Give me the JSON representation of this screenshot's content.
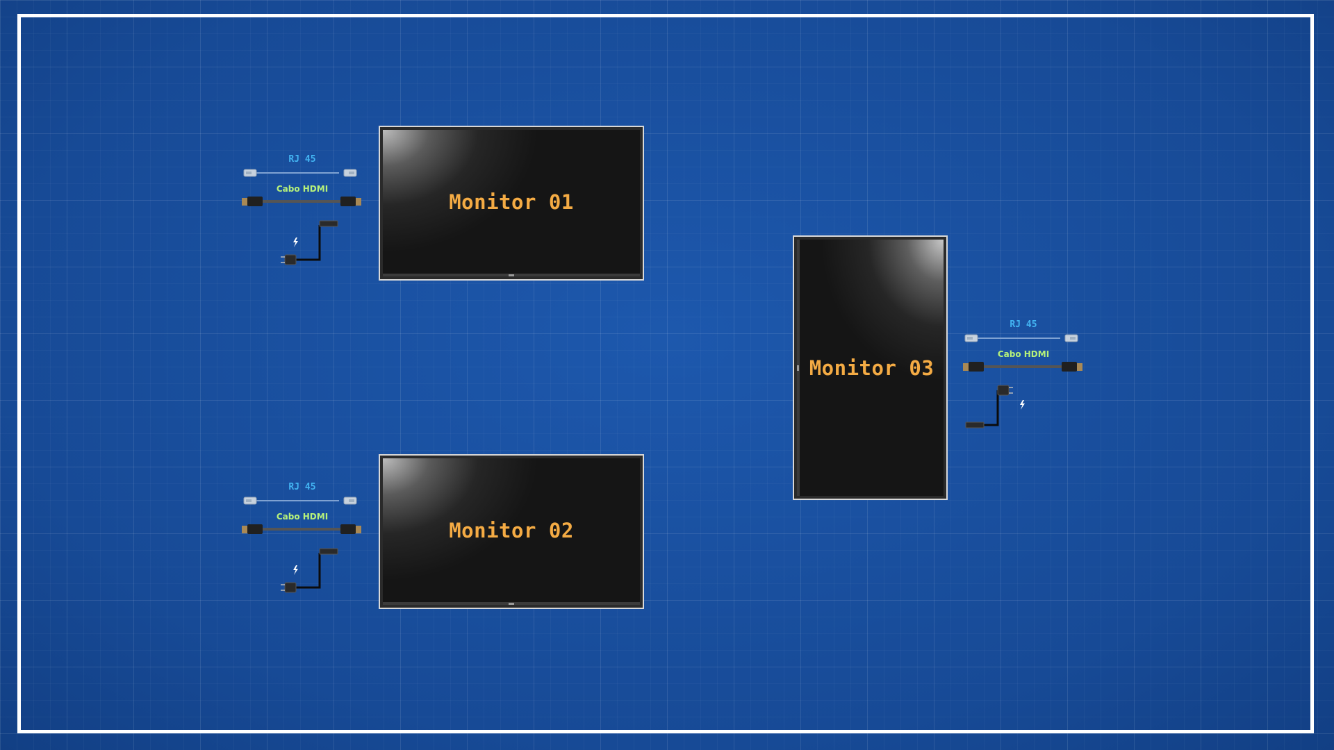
{
  "monitors": [
    {
      "id": "monitor-01",
      "label": "Monitor 01",
      "orientation": "landscape"
    },
    {
      "id": "monitor-02",
      "label": "Monitor 02",
      "orientation": "landscape"
    },
    {
      "id": "monitor-03",
      "label": "Monitor 03",
      "orientation": "portrait"
    }
  ],
  "cables": {
    "rj45_label": "RJ 45",
    "hdmi_label": "Cabo HDMI"
  },
  "colors": {
    "background": "#1a4f9c",
    "frame": "#ffffff",
    "monitor_label": "#f4ab44",
    "rj45_label": "#43b4f2",
    "hdmi_label": "#b7f27a"
  }
}
